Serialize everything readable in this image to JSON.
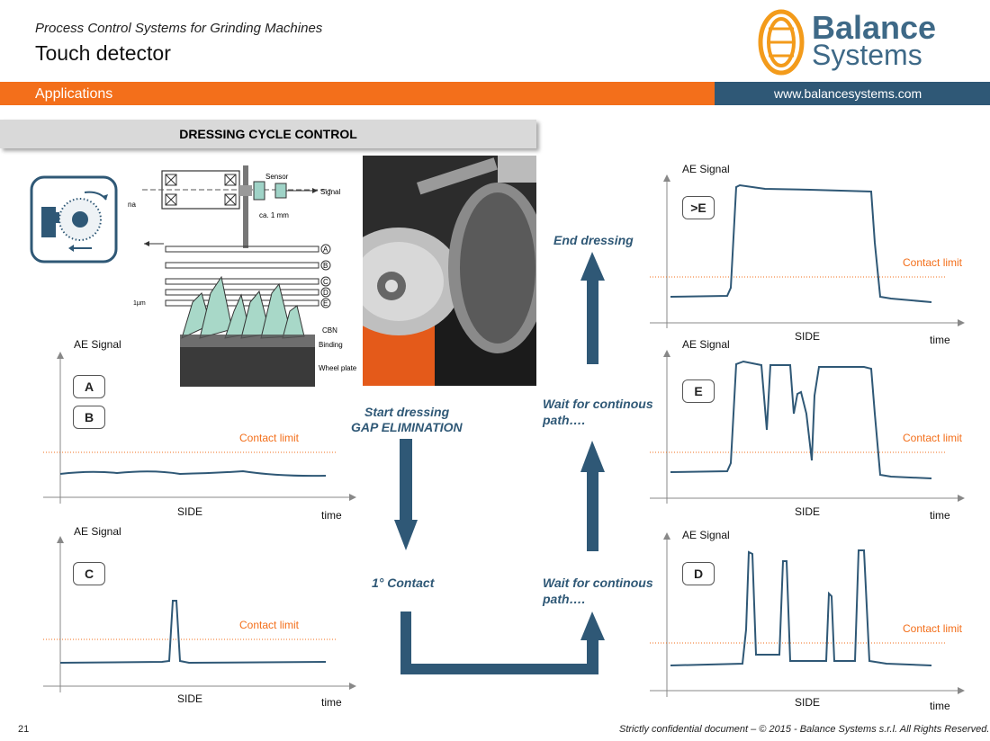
{
  "header": {
    "subtitle": "Process Control Systems for Grinding Machines",
    "title": "Touch detector",
    "logo_line1": "Balance",
    "logo_line2": "Systems",
    "section_label": "Applications",
    "website": "www.balancesystems.com"
  },
  "section_title": "DRESSING CYCLE CONTROL",
  "diagram_labels": {
    "sensor": "Sensor",
    "signal": "Signal",
    "gap": "ca. 1 mm",
    "na": "na",
    "um": "1µm",
    "cbn": "CBN",
    "binding": "Binding",
    "wheel_plate": "Wheel plate",
    "levels": [
      "A",
      "B",
      "C",
      "D",
      "E"
    ]
  },
  "flow": {
    "start": "Start dressing",
    "gap": "GAP ELIMINATION",
    "contact": "1° Contact",
    "wait1": "Wait for continous",
    "wait1b": "path….",
    "wait2": "Wait for continous",
    "wait2b": "path….",
    "end": "End dressing"
  },
  "graphs": {
    "ylabel": "AE Signal",
    "xlabel": "SIDE",
    "time": "time",
    "contact_limit": "Contact limit",
    "tag_ab_1": "A",
    "tag_ab_2": "B",
    "tag_c": "C",
    "tag_d": "D",
    "tag_e": "E",
    "tag_gt_e": ">E"
  },
  "footer": {
    "page": "21",
    "confidential": "Strictly confidential document – © 2015 - Balance Systems s.r.l. All Rights Reserved."
  },
  "colors": {
    "orange": "#f36f1b",
    "blue": "#2f5876",
    "signal": "#2f5876"
  }
}
